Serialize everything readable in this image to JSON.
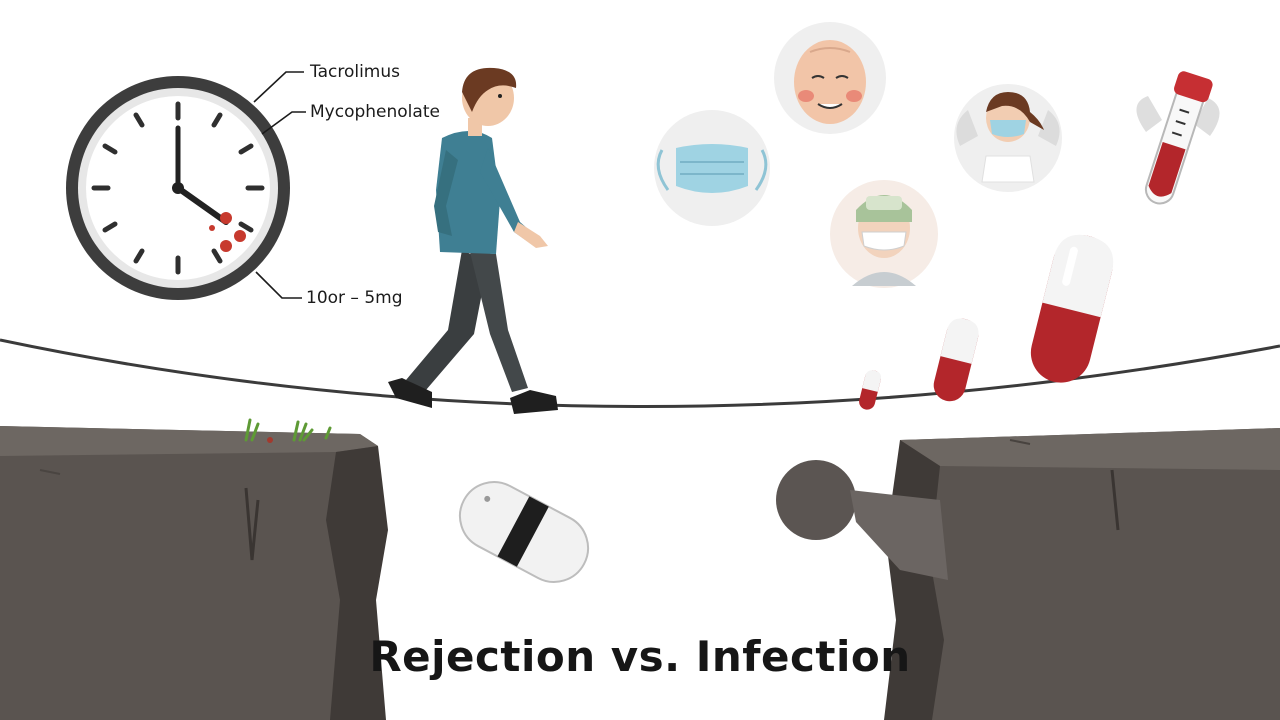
{
  "labels": {
    "tacrolimus": "Tacrolimus",
    "mycophenolate": "Mycophenolate",
    "dose": "10or – 5mg"
  },
  "title": "Rejection vs. Infection",
  "colors": {
    "cliff_top": "#5e5955",
    "cliff_face": "#4a4542",
    "shirt": "#3f7f93",
    "pants": "#3e4244",
    "capsule_red": "#b3262b",
    "mask_blue": "#9fd3e3"
  },
  "icons": [
    "clock-icon",
    "face-mask-icon",
    "patient-face-icon",
    "masked-child-icon",
    "masked-boy-icon",
    "blood-test-tube-icon",
    "pill-capsule-icon"
  ]
}
